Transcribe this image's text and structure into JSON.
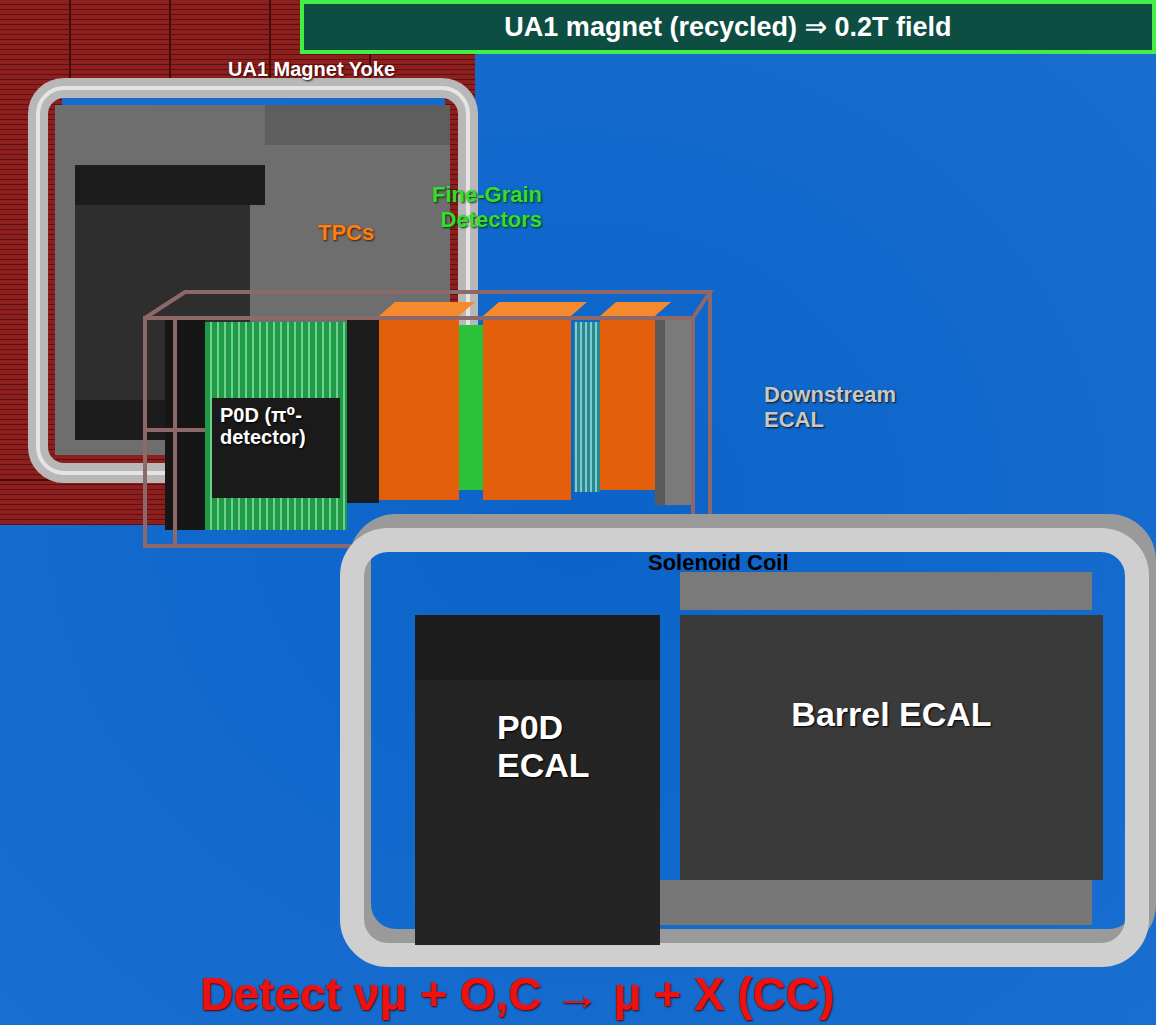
{
  "diagram": {
    "title": "UA1 magnet (recycled) ⇒ 0.2T field",
    "caption": "Detect νμ + O,C → μ + X (CC)",
    "nodes": [
      {
        "text": [
          "P0D (π⁰- detector)"
        ]
      },
      {
        "text": [
          "P0D ECAL"
        ]
      },
      {
        "text": [
          "Barrel ECAL"
        ]
      }
    ],
    "edges": [],
    "labels": [
      "UA1 Magnet Yoke",
      "Fine-Grain Detectors",
      "TPCs",
      "Downstream ECAL",
      "Solenoid Coil"
    ]
  }
}
